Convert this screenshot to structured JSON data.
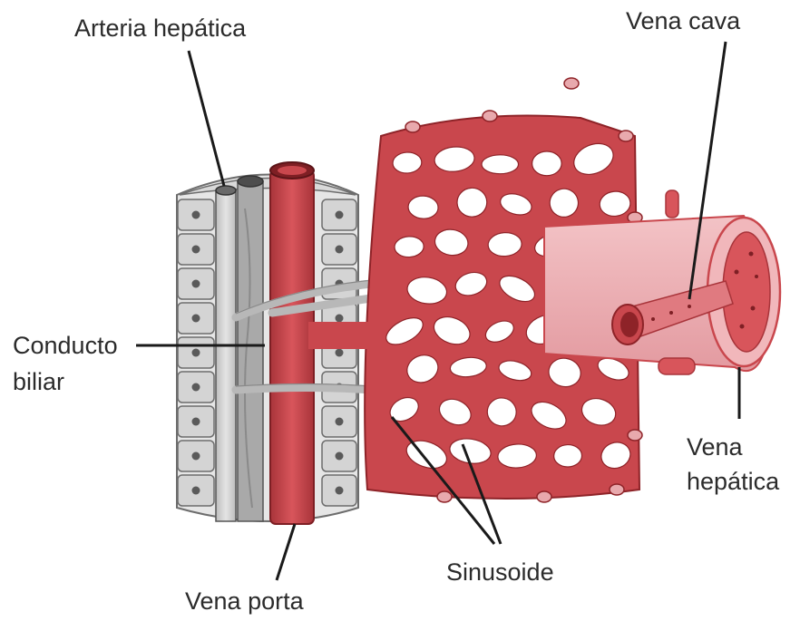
{
  "labels": {
    "arteria_hepatica": "Arteria hepática",
    "vena_cava": "Vena cava",
    "conducto_line1": "Conducto",
    "conducto_line2": "biliar",
    "vena_hepatica_line1": "Vena",
    "vena_hepatica_line2": "hepática",
    "sinusoide": "Sinusoide",
    "vena_porta": "Vena porta"
  },
  "colors": {
    "vessel_red": "#c9474d",
    "vessel_red_light": "#e8a9ad",
    "vessel_red_dark": "#8e2328",
    "cell_gray": "#d4d4d4",
    "cell_dark": "#5a5a5a",
    "duct_gray": "#c2c2c2",
    "leader_line": "#1a1a1a"
  },
  "icons": {
    "cell_nucleus": "dark-circle",
    "vessel_lumen": "ellipse"
  }
}
